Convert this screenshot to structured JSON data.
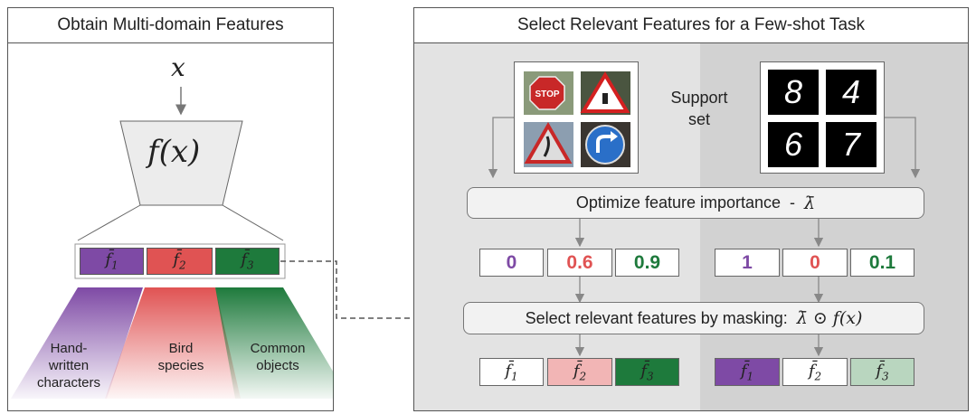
{
  "left_panel": {
    "title": "Obtain Multi-domain Features",
    "input": "x",
    "extractor": "f(x)",
    "features": [
      {
        "label": "f̄",
        "sub": "1",
        "color": "#7e4aa5"
      },
      {
        "label": "f̄",
        "sub": "2",
        "color": "#e05353"
      },
      {
        "label": "f̄",
        "sub": "3",
        "color": "#1e7a3c"
      }
    ],
    "domains": [
      "Hand-\nwritten\ncharacters",
      "Bird\nspecies",
      "Common\nobjects"
    ]
  },
  "right_panel": {
    "title": "Select Relevant Features for a Few-shot Task",
    "support_label": "Support\nset",
    "optimize_label": "Optimize feature importance  -  ",
    "lambda_symbol": "λ̄",
    "mask_label": "Select relevant features by masking:  ",
    "mask_formula": "λ̄ ⊙ f(x)",
    "left_weights": [
      "0",
      "0.6",
      "0.9"
    ],
    "right_weights": [
      "1",
      "0",
      "0.1"
    ],
    "left_output": [
      {
        "label": "f̄",
        "sub": "1"
      },
      {
        "label": "f̄",
        "sub": "2"
      },
      {
        "label": "f̄",
        "sub": "3"
      }
    ],
    "right_output": [
      {
        "label": "f̄",
        "sub": "1"
      },
      {
        "label": "f̄",
        "sub": "2"
      },
      {
        "label": "f̄",
        "sub": "3"
      }
    ],
    "mnist_digits": [
      "8",
      "4",
      "6",
      "7"
    ],
    "sign_images": [
      "STOP"
    ]
  },
  "colors": {
    "purple": "#7e4aa5",
    "red": "#e05353",
    "green": "#1e7a3c",
    "light_red": "#f2b5b5",
    "light_green": "#b9d6bf"
  }
}
